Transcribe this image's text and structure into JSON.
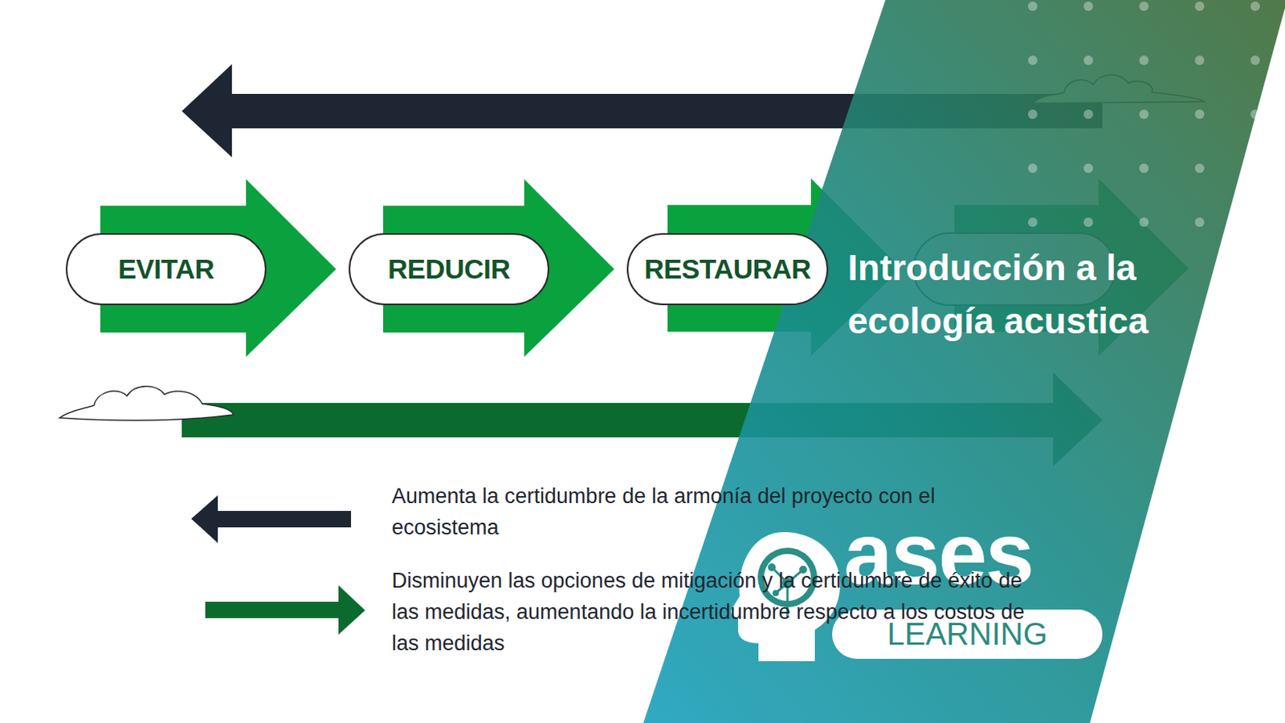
{
  "diagram": {
    "title": "Introducción a la ecología acustica",
    "nodes": [
      {
        "text": [
          "EVITAR"
        ]
      },
      {
        "text": [
          "REDUCIR"
        ]
      },
      {
        "text": [
          "RESTAURAR"
        ]
      },
      {
        "text": [
          "LEARNING"
        ]
      }
    ],
    "edges": [
      {
        "from": 0,
        "to": 1,
        "arrow": "to"
      },
      {
        "from": 1,
        "to": 2,
        "arrow": "to"
      }
    ],
    "labels": [
      "ases"
    ],
    "legend": [
      {
        "text": "Aumenta la certidumbre de la armonía del proyecto con el ecosistema"
      },
      {
        "text": "Disminuyen las opciones de mitigación y la certidumbre de éxito de las medidas, aumentando la incertidumbre respecto a los costos de las medidas"
      }
    ]
  }
}
